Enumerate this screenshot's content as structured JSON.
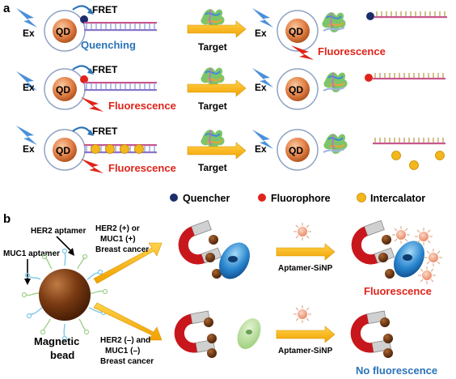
{
  "panel_a": {
    "label": "a",
    "rows": [
      {
        "excitation": "Ex",
        "qd": "QD",
        "fret": "FRET",
        "status_left": "Quenching",
        "arrow_label": "Target",
        "excitation_right": "Ex",
        "qd_right": "QD",
        "status_right": "Fluorescence"
      },
      {
        "excitation": "Ex",
        "qd": "QD",
        "fret": "FRET",
        "status_left": "Fluorescence",
        "arrow_label": "Target",
        "excitation_right": "Ex",
        "qd_right": "QD"
      },
      {
        "excitation": "Ex",
        "qd": "QD",
        "fret": "FRET",
        "status_left": "Fluorescence",
        "arrow_label": "Target",
        "excitation_right": "Ex",
        "qd_right": "QD"
      }
    ],
    "legend": [
      {
        "label": "Quencher",
        "color": "#1b2d6b"
      },
      {
        "label": "Fluorophore",
        "color": "#e0241b"
      },
      {
        "label": "Intercalator",
        "color": "#f2b71a"
      }
    ]
  },
  "panel_b": {
    "label": "b",
    "bead_label_1": "Magnetic",
    "bead_label_2": "bead",
    "her2_aptamer": "HER2 aptamer",
    "muc1_aptamer": "MUC1 aptamer",
    "upper_case": [
      "HER2 (+) or",
      "MUC1 (+)",
      "Breast cancer"
    ],
    "lower_case": [
      "HER2 (–) and",
      "MUC1 (–)",
      "Breast cancer"
    ],
    "upper_arrow_label": "Aptamer-SiNP",
    "lower_arrow_label": "Aptamer-SiNP",
    "upper_result": "Fluorescence",
    "lower_result": "No fluorescence"
  },
  "colors": {
    "blue_text": "#2a73b8",
    "red_text": "#e0241b",
    "arrow": "#f5b400",
    "qd": "#e27a3f",
    "bead": "#7a3a12"
  }
}
